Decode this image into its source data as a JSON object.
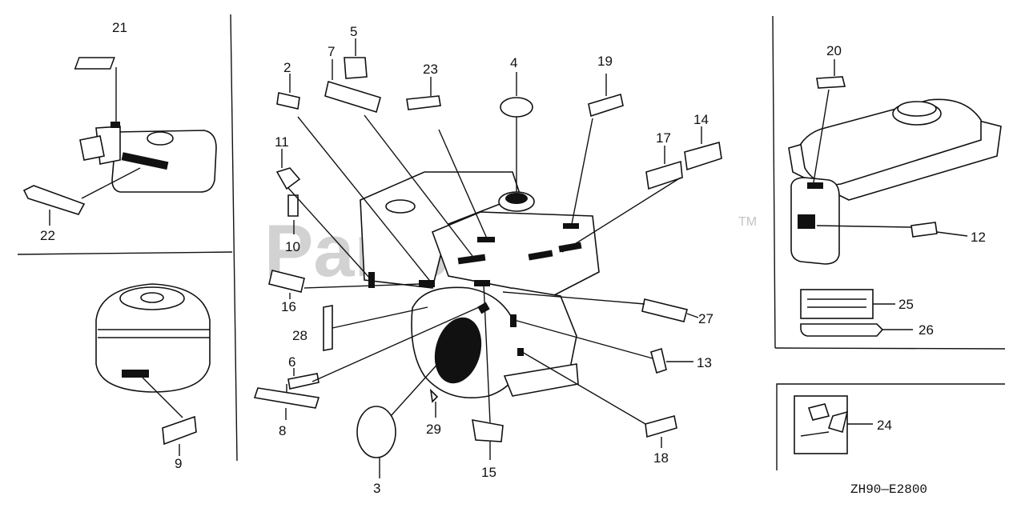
{
  "watermark": {
    "text": "PartsTree",
    "trademark": "TM"
  },
  "diagram_code": "ZH90—E2800",
  "callouts": {
    "c1": "2",
    "c2": "3",
    "c3": "4",
    "c4": "5",
    "c5": "6",
    "c6": "7",
    "c7": "8",
    "c8": "9",
    "c9": "10",
    "c10": "11",
    "c11": "12",
    "c12": "13",
    "c13": "14",
    "c14": "15",
    "c15": "16",
    "c16": "17",
    "c17": "18",
    "c18": "19",
    "c19": "20",
    "c20": "21",
    "c21": "22",
    "c22": "23",
    "c23": "24",
    "c24": "25",
    "c25": "26",
    "c26": "27",
    "c27": "28",
    "c28": "29"
  }
}
